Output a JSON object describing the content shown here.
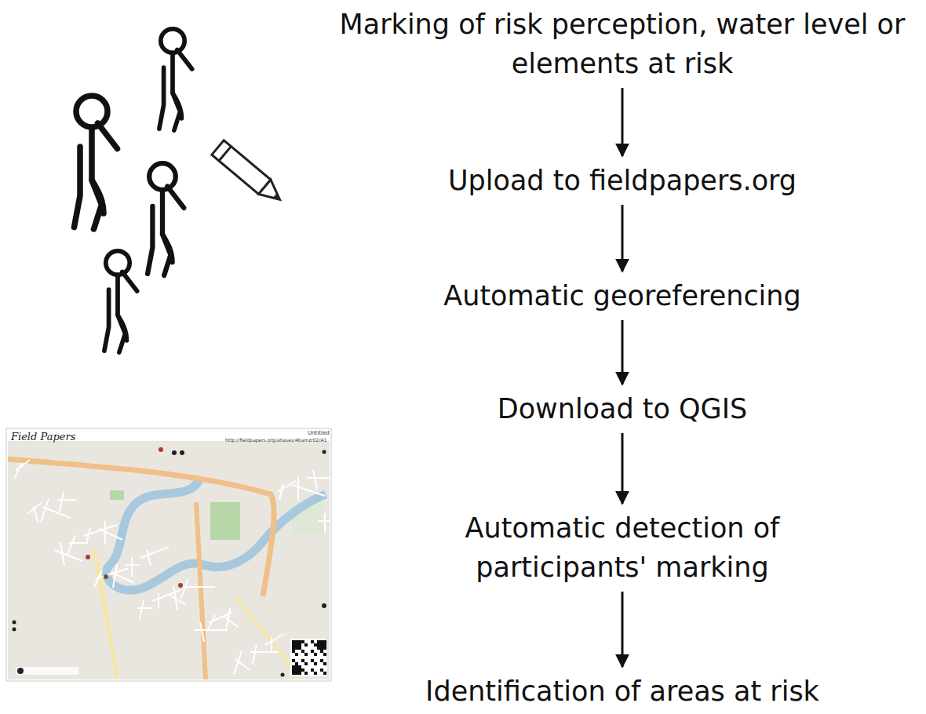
{
  "diagram": {
    "nodes": [
      {
        "text": [
          "Marking of risk perception, water level or elements at risk"
        ]
      },
      {
        "text": [
          "Upload to fieldpapers.org"
        ]
      },
      {
        "text": [
          "Automatic georeferencing"
        ]
      },
      {
        "text": [
          "Download to QGIS"
        ]
      },
      {
        "text": [
          "Automatic detection of participants' marking"
        ]
      },
      {
        "text": [
          "Identification of areas at risk"
        ]
      }
    ],
    "edges": [
      {
        "from": 0,
        "to": 1,
        "arrow": "to"
      },
      {
        "from": 1,
        "to": 2,
        "arrow": "to"
      },
      {
        "from": 2,
        "to": 3,
        "arrow": "to"
      },
      {
        "from": 3,
        "to": 4,
        "arrow": "to"
      },
      {
        "from": 4,
        "to": 5,
        "arrow": "to"
      }
    ],
    "labels": [
      "Field Papers",
      "Untitled",
      "http://fieldpapers.org/atlases/4bamzr02/A1"
    ]
  }
}
